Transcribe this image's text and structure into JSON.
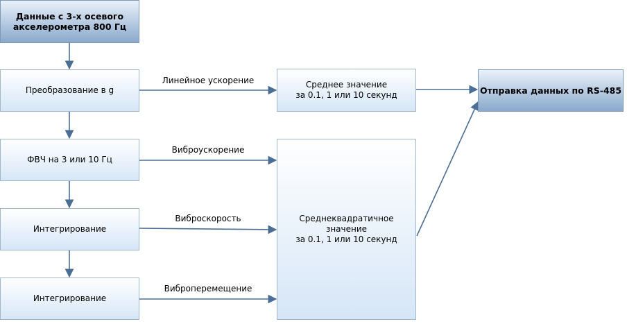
{
  "colors": {
    "arrow": "#4b6e96",
    "box_border": "#9fb6cd",
    "box_fill_top": "#ffffff",
    "box_fill_bottom": "#d6e6f7"
  },
  "nodes": {
    "source": "Данные с 3-х осевого\nакселерометра 800 Гц",
    "convert": "Преобразование в g",
    "hpf": "ФВЧ на 3 или 10 Гц",
    "integrate1": "Интегрирование",
    "integrate2": "Интегрирование",
    "mean": "Среднее значение\nза 0.1, 1 или 10 секунд",
    "rms": "Среднеквадратичное\nзначение\nза 0.1, 1 или 10 секунд",
    "output": "Отправка данных по RS-485"
  },
  "edges": {
    "linear_accel": "Линейное ускорение",
    "vibro_accel": "Виброускорение",
    "vibro_velocity": "Виброскорость",
    "vibro_displacement": "Виброперемещение"
  }
}
